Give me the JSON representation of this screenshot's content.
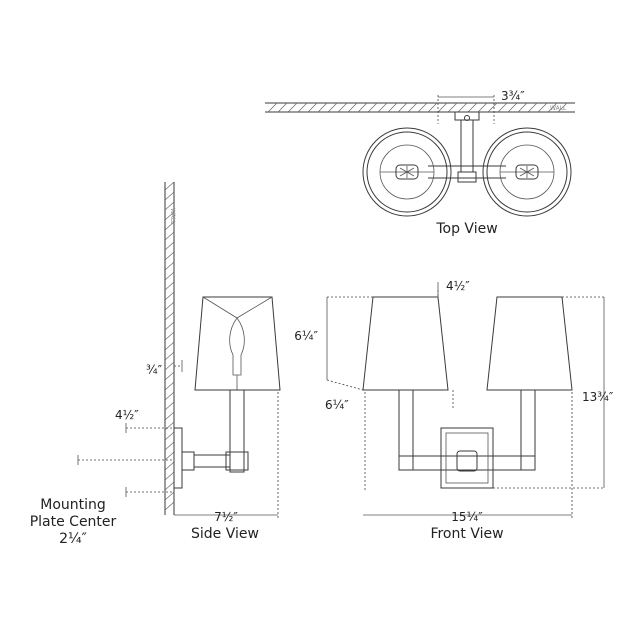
{
  "views": {
    "top": {
      "caption": "Top View",
      "wall_label": "WALL",
      "dim_depth": "3¾″"
    },
    "side": {
      "caption": "Side View",
      "wall_label": "WALL",
      "dim_top": "¾″",
      "dim_arm": "4½″",
      "dim_plate": "2¼″",
      "dim_extension": "7½″",
      "plate_label_line1": "Mounting",
      "plate_label_line2": "Plate Center"
    },
    "front": {
      "caption": "Front View",
      "dim_shade_height": "6¼″",
      "dim_shade_gap": "4½″",
      "dim_lower": "6¼″",
      "dim_overall_height": "13¾″",
      "dim_overall_width": "15¼″"
    }
  }
}
